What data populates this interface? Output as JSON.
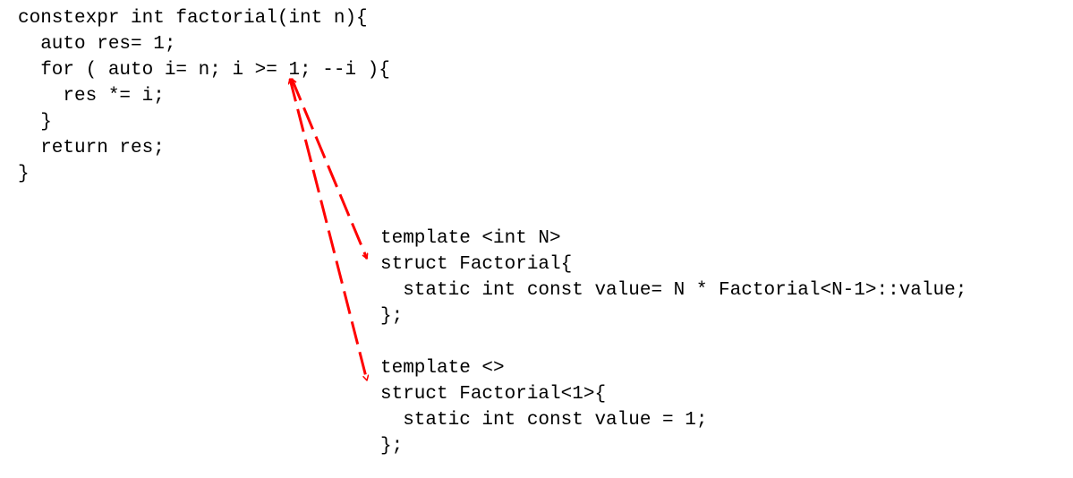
{
  "constexpr_block": {
    "lines": [
      "constexpr int factorial(int n){",
      "  auto res= 1;",
      "  for ( auto i= n; i >= 1; --i ){",
      "    res *= i;",
      "  }",
      "  return res;",
      "}"
    ]
  },
  "template_general_block": {
    "lines": [
      "template <int N>",
      "struct Factorial{",
      "  static int const value= N * Factorial<N-1>::value;",
      "};"
    ]
  },
  "template_special_block": {
    "lines": [
      "template <>",
      "struct Factorial<1>{",
      "  static int const value = 1;",
      "};"
    ]
  },
  "colors": {
    "text": "#000000",
    "arrow": "#ff0000",
    "background": "#ffffff"
  }
}
